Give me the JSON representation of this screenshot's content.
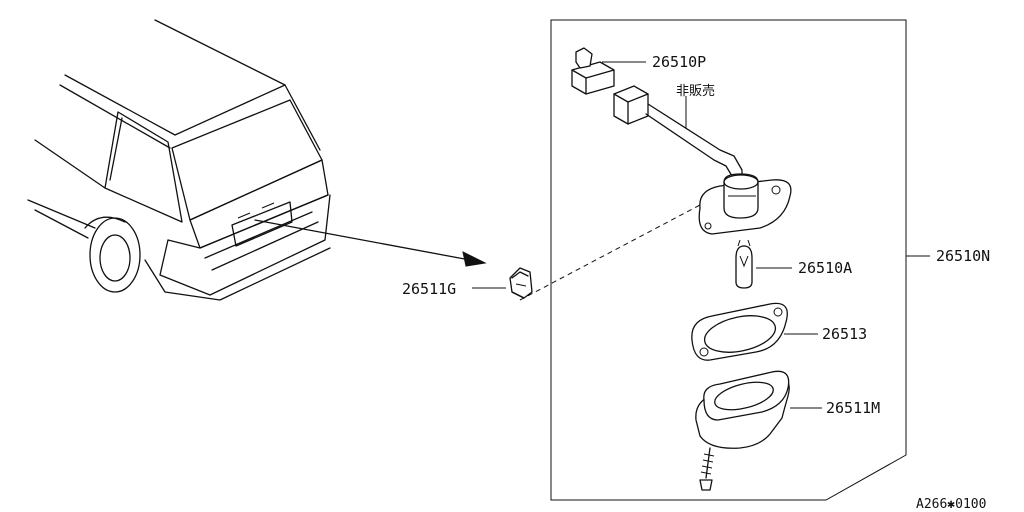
{
  "diagram": {
    "callouts": {
      "connector": "26510P",
      "harness_note": "非販売",
      "assembly": "26510N",
      "bulb": "26510A",
      "gasket": "26513",
      "housing": "26511M",
      "clip": "26511G"
    },
    "figure_code": "A266✱0100"
  }
}
